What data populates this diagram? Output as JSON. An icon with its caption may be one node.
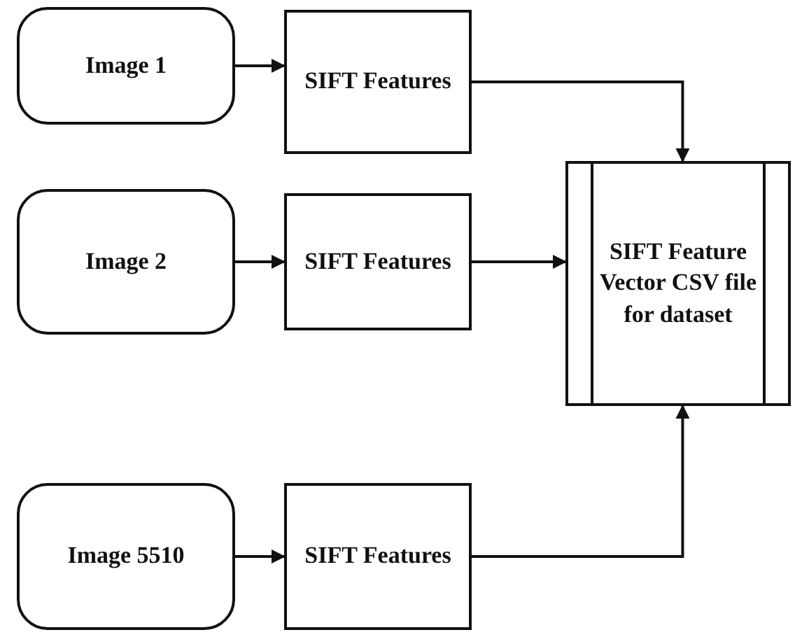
{
  "diagram": {
    "nodes": [
      {
        "text": [
          "Image 1"
        ]
      },
      {
        "text": [
          "SIFT Features"
        ]
      },
      {
        "text": [
          "Image 2"
        ]
      },
      {
        "text": [
          "SIFT Features"
        ]
      },
      {
        "text": [
          "Image 5510"
        ]
      },
      {
        "text": [
          "SIFT Features"
        ]
      },
      {
        "text": [
          "SIFT Feature Vector CSV file for dataset"
        ]
      }
    ],
    "edges": [
      {
        "from": 0,
        "to": 1,
        "arrow": "to"
      },
      {
        "from": 2,
        "to": 3,
        "arrow": "to"
      },
      {
        "from": 4,
        "to": 5,
        "arrow": "to"
      },
      {
        "from": 1,
        "to": 6,
        "arrow": "to"
      },
      {
        "from": 3,
        "to": 6,
        "arrow": "to"
      },
      {
        "from": 5,
        "to": 6,
        "arrow": "to"
      }
    ]
  }
}
